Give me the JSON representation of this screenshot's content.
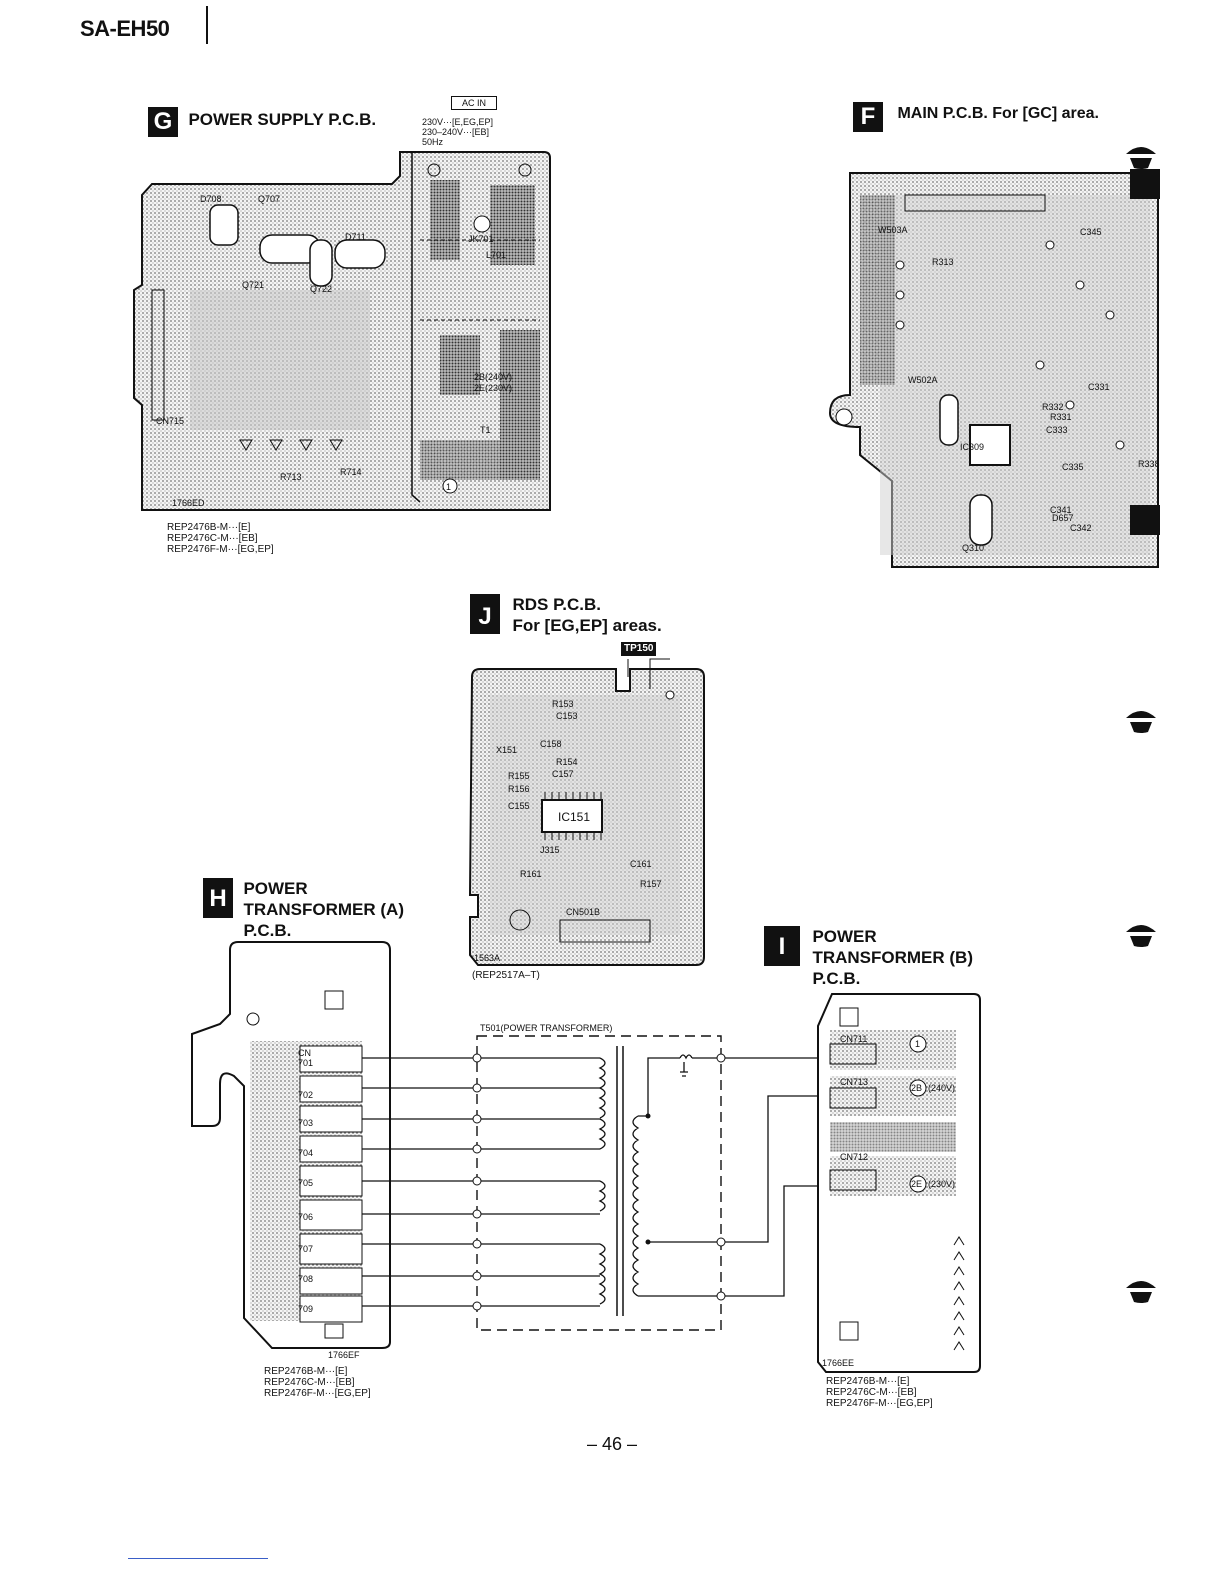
{
  "header": {
    "model": "SA-EH50"
  },
  "power_supply": {
    "letter": "G",
    "title": "POWER SUPPLY P.C.B.",
    "ac_in": "AC IN",
    "voltage_lines": [
      "230V···[E,EG,EP]",
      "230–240V···[EB]",
      "50Hz"
    ],
    "board_code": "1766ED",
    "labels": [
      "D708",
      "Q707",
      "D711",
      "Q721",
      "Q722",
      "JK701",
      "L701",
      "CN715",
      "R713",
      "R714",
      "T1",
      "2B(240V)",
      "2E(230V)",
      "1"
    ],
    "part_numbers": [
      "REP2476B-M···[E]",
      "REP2476C-M···[EB]",
      "REP2476F-M···[EG,EP]"
    ]
  },
  "main": {
    "letter": "F",
    "title": "MAIN P.C.B. For [GC] area.",
    "labels": [
      "W503A",
      "R313",
      "C345",
      "W502A",
      "IC309",
      "Q310",
      "D657",
      "R338",
      "C331",
      "R332",
      "C341",
      "C342",
      "R331",
      "C333",
      "C335"
    ]
  },
  "rds": {
    "letter": "J",
    "title_lines": [
      "RDS P.C.B.",
      "For [EG,EP] areas."
    ],
    "tp": "TP150",
    "board_code": "1563A",
    "part_number": "(REP2517A–T)",
    "labels": [
      "R153",
      "C153",
      "C158",
      "R154",
      "R155",
      "C157",
      "R156",
      "IC151",
      "J315",
      "CN501B",
      "C155",
      "R157",
      "R161",
      "X151",
      "C161"
    ]
  },
  "trans_a": {
    "letter": "H",
    "title_lines": [
      "POWER",
      "TRANSFORMER (A)",
      "P.C.B."
    ],
    "board_code": "1766EF",
    "cn_labels": [
      "701",
      "702",
      "703",
      "704",
      "705",
      "706",
      "707",
      "708",
      "709"
    ],
    "cn_prefix": "CN",
    "part_numbers": [
      "REP2476B-M···[E]",
      "REP2476C-M···[EB]",
      "REP2476F-M···[EG,EP]"
    ]
  },
  "trans_b": {
    "letter": "I",
    "title_lines": [
      "POWER",
      "TRANSFORMER (B)",
      "P.C.B."
    ],
    "board_code": "1766EE",
    "cn_labels": [
      "CN711",
      "CN713",
      "CN712"
    ],
    "terminals": [
      "1",
      "2B",
      "2E"
    ],
    "terminal_notes": [
      "",
      "(240V)",
      "(230V)"
    ],
    "part_numbers": [
      "REP2476B-M···[E]",
      "REP2476C-M···[EB]",
      "REP2476F-M···[EG,EP]"
    ]
  },
  "transformer": {
    "label": "T501(POWER TRANSFORMER)"
  },
  "footer": {
    "page": "– 46 –"
  }
}
